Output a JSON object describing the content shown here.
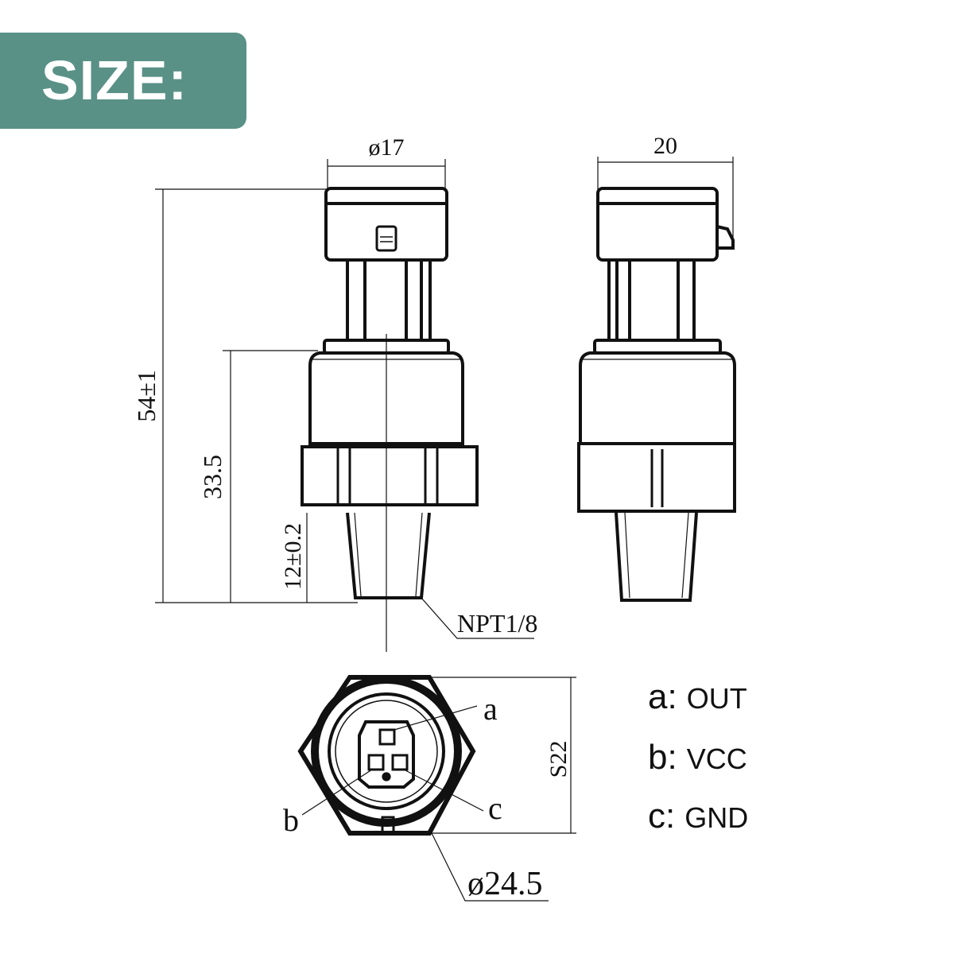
{
  "header": {
    "title": "SIZE:",
    "badge_color": "#5a9187"
  },
  "front_view": {
    "width_label": "ø17",
    "overall_height_label": "54±1",
    "body_height_label": "33.5",
    "thread_length_label": "12±0.2",
    "thread_label": "NPT1/8"
  },
  "side_view": {
    "width_label": "20"
  },
  "bottom_view": {
    "hex_label": "S22",
    "diameter_label": "ø24.5",
    "pin_labels": [
      "a",
      "b",
      "c"
    ]
  },
  "legend": [
    {
      "key": "a:",
      "value": "OUT"
    },
    {
      "key": "b:",
      "value": "VCC"
    },
    {
      "key": "c:",
      "value": "GND"
    }
  ]
}
